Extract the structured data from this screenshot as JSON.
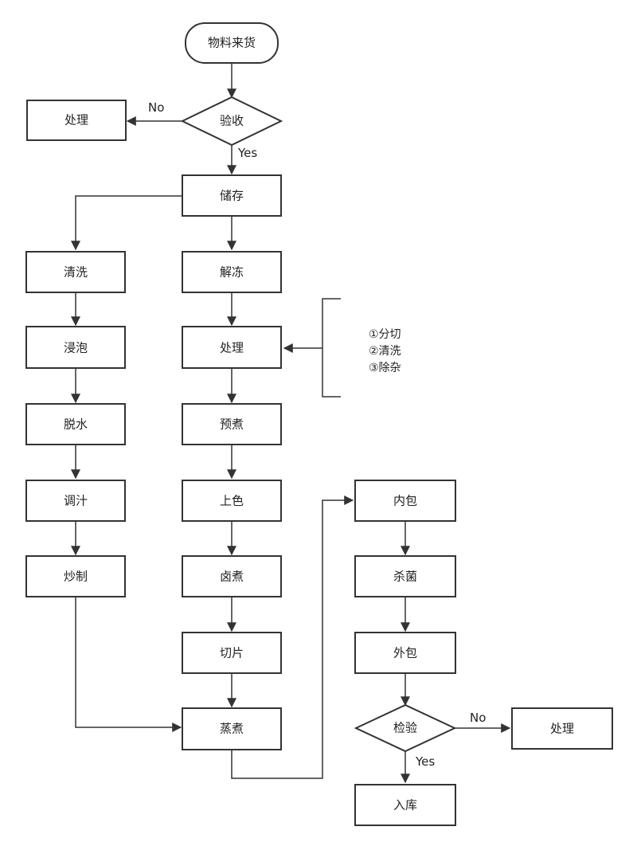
{
  "diagram": {
    "nodes": {
      "receive": "物料来货",
      "inspect": "验收",
      "reject1": "处理",
      "store": "储存",
      "wash": "清洗",
      "soak": "浸泡",
      "dehydrate": "脱水",
      "season": "调汁",
      "fry": "炒制",
      "thaw": "解冻",
      "process": "处理",
      "preboil": "预煮",
      "color": "上色",
      "braise": "卤煮",
      "slice": "切片",
      "steam": "蒸煮",
      "inner_pack": "内包",
      "sterilize": "杀菌",
      "outer_pack": "外包",
      "check": "检验",
      "reject2": "处理",
      "warehouse": "入库"
    },
    "edge_labels": {
      "inspect_no": "No",
      "inspect_yes": "Yes",
      "check_no": "No",
      "check_yes": "Yes"
    },
    "process_steps": [
      "①分切",
      "②清洗",
      "③除杂"
    ]
  }
}
